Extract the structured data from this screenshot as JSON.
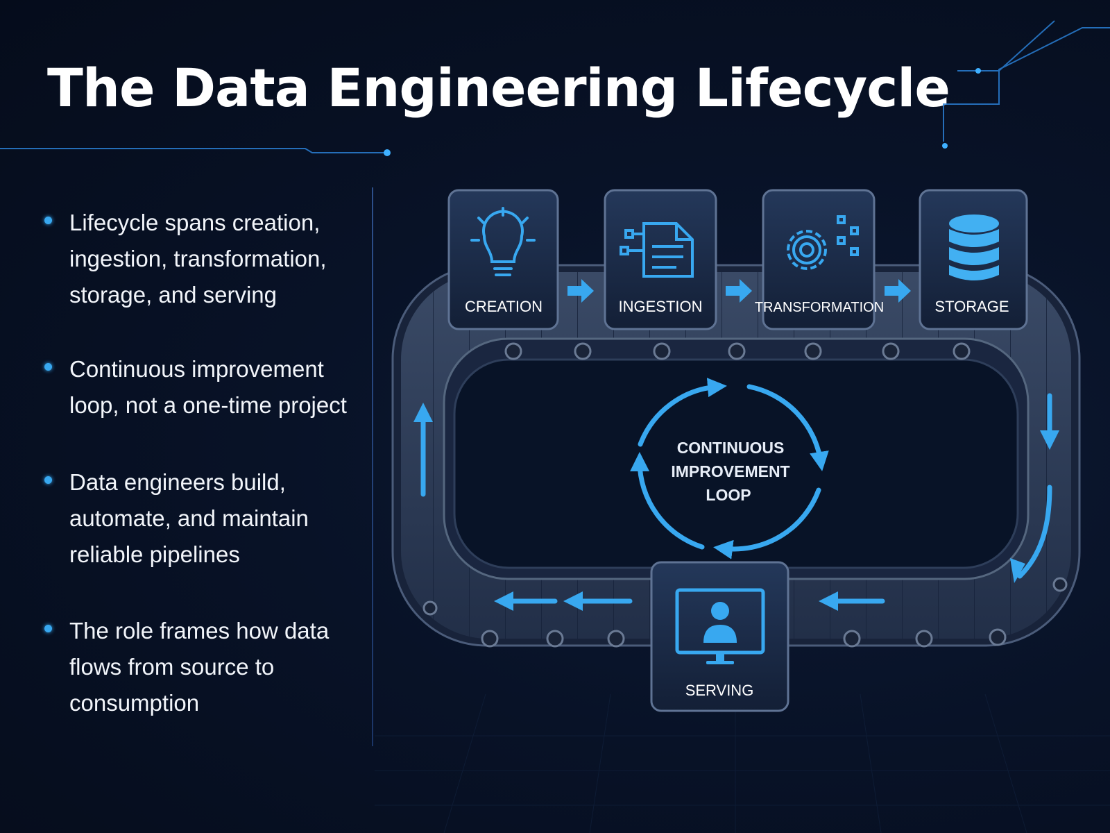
{
  "title": "The Data Engineering Lifecycle",
  "bullets": [
    "Lifecycle spans creation, ingestion, transformation, storage, and serving",
    "Continuous improvement loop, not a one-time project",
    "Data engineers build, automate, and maintain reliable pipelines",
    "The role frames how data flows from source to consumption"
  ],
  "stages": [
    {
      "label": "CREATION",
      "icon": "lightbulb-icon"
    },
    {
      "label": "INGESTION",
      "icon": "document-icon"
    },
    {
      "label": "TRANSFORMATION",
      "icon": "gear-icon"
    },
    {
      "label": "STORAGE",
      "icon": "database-icon"
    },
    {
      "label": "SERVING",
      "icon": "monitor-user-icon"
    }
  ],
  "loop": {
    "line1": "CONTINUOUS",
    "line2": "IMPROVEMENT",
    "line3": "LOOP"
  },
  "colors": {
    "accent": "#38a8f0",
    "background": "#081227",
    "tile": "#1c2c47",
    "conveyor": "#2b3a55"
  }
}
